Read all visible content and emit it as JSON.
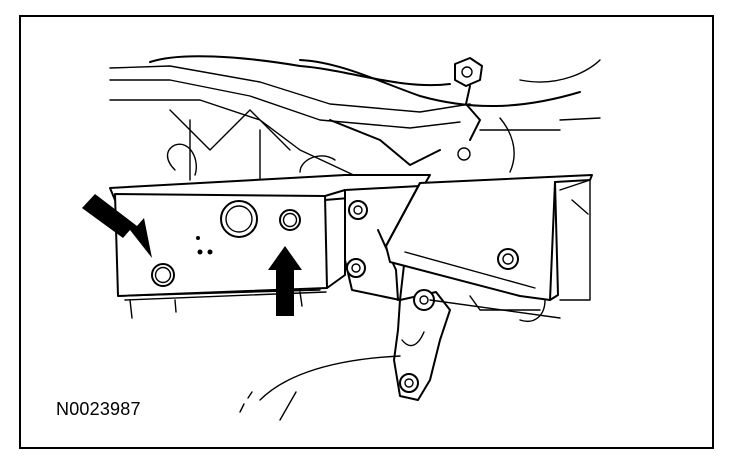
{
  "figure": {
    "reference_code": "N0023987",
    "callout_arrows": [
      "left-diagonal-arrow",
      "vertical-up-arrow"
    ]
  }
}
